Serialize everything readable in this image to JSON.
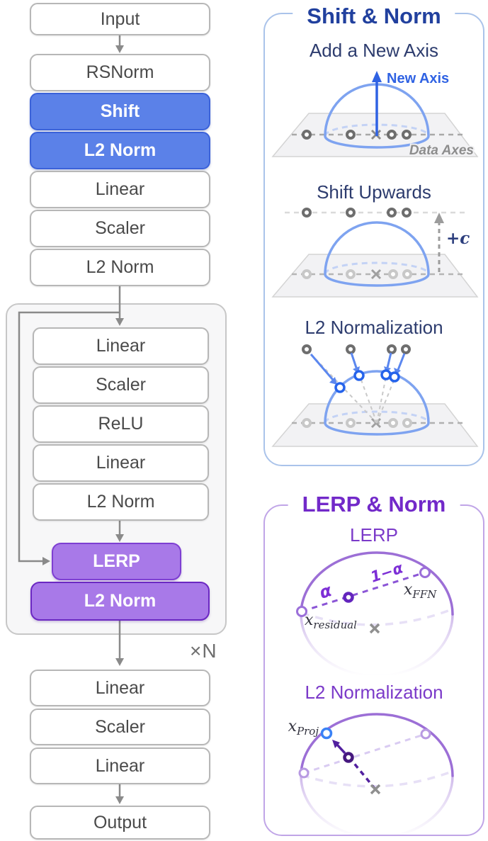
{
  "flow": {
    "input": "Input",
    "stack1": [
      "RSNorm",
      "Shift",
      "L2 Norm",
      "Linear",
      "Scaler",
      "L2 Norm"
    ],
    "block": {
      "stack": [
        "Linear",
        "Scaler",
        "ReLU",
        "Linear",
        "L2 Norm"
      ],
      "lerp": "LERP",
      "l2": "L2 Norm"
    },
    "repeat": "×N",
    "stack2": [
      "Linear",
      "Scaler",
      "Linear"
    ],
    "output": "Output"
  },
  "shift_panel": {
    "title": "Shift & Norm",
    "s1": {
      "title": "Add a New Axis",
      "new_axis": "New Axis",
      "data_axes": "Data Axes"
    },
    "s2": {
      "title": "Shift Upwards",
      "shift_label": "+c"
    },
    "s3": {
      "title": "L2 Normalization"
    }
  },
  "lerp_panel": {
    "title": "LERP & Norm",
    "s1": {
      "title": "LERP",
      "alpha": "α",
      "one_minus_alpha": "1−α",
      "x": "x",
      "ffn": "FFN",
      "residual": "residual"
    },
    "s2": {
      "title": "L2 Normalization",
      "x": "x",
      "proj": "Proj"
    }
  },
  "colors": {
    "highlight_blue_fill": "#5b81e8",
    "highlight_blue_border": "#3b62d9",
    "highlight_purple_fill": "#a879e8",
    "lerp_border": "#7e3fd2",
    "l2_purple_border": "#6b28c2",
    "panel1_border": "#aac3ea",
    "panel1_title": "#21409e",
    "panel2_border": "#c0a5e7",
    "panel2_title": "#7229c9",
    "sphere_blue": "#7ea3f0",
    "sphere_purple": "#9c6fd6",
    "axis_arrow_blue": "#2f62e3",
    "dark_purple": "#4c1d95",
    "proj_point_blue": "#3b82f6",
    "connector_gray": "#8a8a8a"
  }
}
